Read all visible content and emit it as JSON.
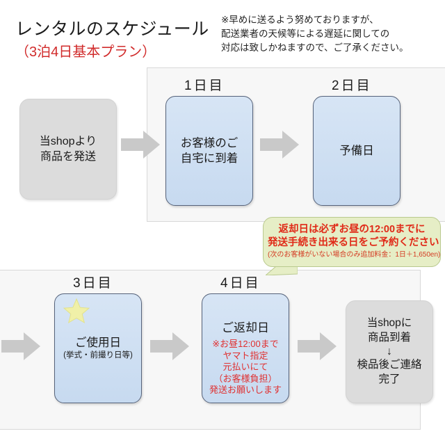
{
  "header": {
    "title": "レンタルのスケジュール",
    "subtitle": "（3泊4日基本プラン）",
    "note_line1": "※早めに送るよう努めておりますが、",
    "note_line2": "配送業者の天候等による遅延に関しての",
    "note_line3": "対応は致しかねますので、ご了承ください。"
  },
  "day_labels": {
    "day1": "1日目",
    "day2": "2日目",
    "day3": "3日目",
    "day4": "4日目"
  },
  "boxes": {
    "ship": {
      "line1": "当shopより",
      "line2": "商品を発送"
    },
    "day1": {
      "line1": "お客様のご",
      "line2": "自宅に到着"
    },
    "day2": {
      "line1": "予備日"
    },
    "day3": {
      "line1": "ご使用日",
      "line2": "(挙式・前撮り日等)"
    },
    "day4": {
      "title": "ご返却日",
      "red1": "※お昼12:00まで",
      "red2": "ヤマト指定",
      "red3": "元払いにて",
      "red4": "（お客様負担）",
      "red5": "発送お願いします"
    },
    "return": {
      "line1": "当shopに",
      "line2": "商品到着",
      "arrow": "↓",
      "line3": "検品後ご連絡",
      "line4": "完了"
    }
  },
  "callout": {
    "line1": "返却日は必ずお昼の12:00までに",
    "line2": "発送手続き出来る日をご予約ください",
    "fine": "(次のお客様がいない場合のみ追加料金：1日＋1,650en)"
  },
  "colors": {
    "accent_red": "#d12b2b",
    "callout_red": "#e02a18",
    "box_blue": "#c7daf0",
    "box_gray": "#dcdcdc",
    "callout_bg": "#e6eec6",
    "arrow_gray": "#c9c9c9",
    "star_yellow": "#f0f0a8",
    "panel_bg": "#f7f7f7"
  }
}
